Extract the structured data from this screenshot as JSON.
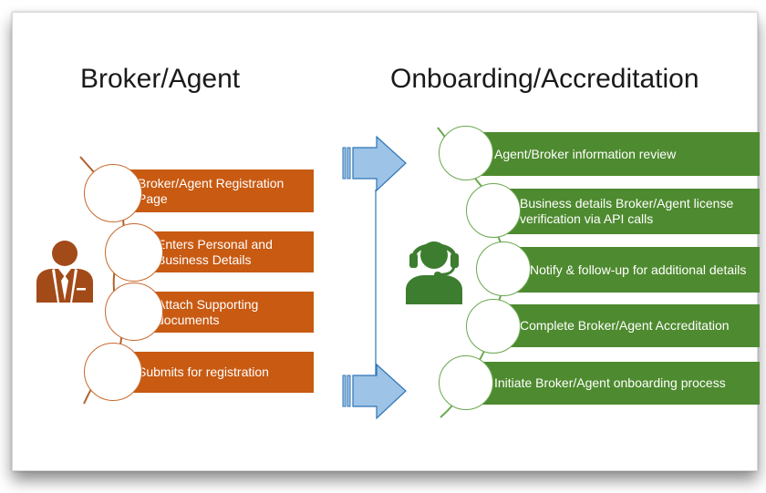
{
  "headings": {
    "left": "Broker/Agent",
    "right": "Onboarding/Accreditation"
  },
  "broker_steps": [
    {
      "label": "Broker/Agent Registration Page"
    },
    {
      "label": "Enters Personal and Business Details"
    },
    {
      "label": "Attach Supporting documents"
    },
    {
      "label": "Submits for registration"
    }
  ],
  "onboarding_steps": [
    {
      "label": "Agent/Broker information review"
    },
    {
      "label": "Business details Broker/Agent license verification via  API calls"
    },
    {
      "label": "Notify & follow-up for additional details"
    },
    {
      "label": "Complete Broker/Agent Accreditation"
    },
    {
      "label": "Initiate Broker/Agent onboarding process"
    }
  ],
  "colors": {
    "broker_accent": "#c85a12",
    "onboarding_accent": "#4e8a2f",
    "arrow_fill": "#9dc3e6"
  },
  "icons": {
    "broker": "businessman-icon",
    "onboarding": "headset-agent-icon",
    "flow": "right-arrow-icon"
  }
}
